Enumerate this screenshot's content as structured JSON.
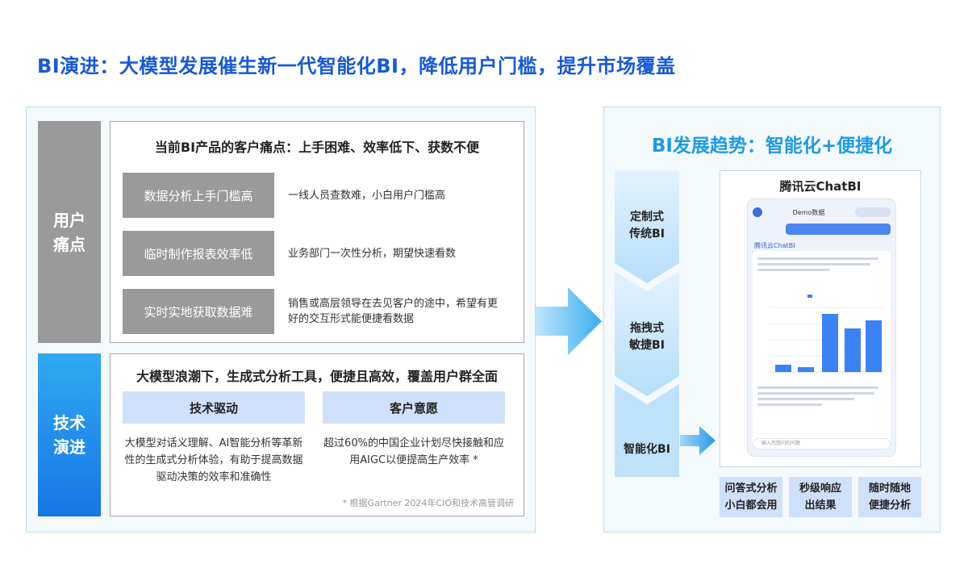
{
  "page": {
    "title": "BI演进：大模型发展催生新一代智能化BI，降低用户门槛，提升市场覆盖"
  },
  "left": {
    "pain_label": "用户\n痛点",
    "pain_header": "当前BI产品的客户痛点：上手困难、效率低下、获数不便",
    "pain_rows": [
      {
        "tag": "数据分析上手门槛高",
        "desc": "一线人员查数难，小白用户门槛高"
      },
      {
        "tag": "临时制作报表效率低",
        "desc": "业务部门一次性分析，期望快速看数"
      },
      {
        "tag": "实时实地获取数据难",
        "desc": "销售或高层领导在去见客户的途中，希望有更好的交互形式能便捷看数据"
      }
    ],
    "tech_label": "技术\n演进",
    "tech_header": "大模型浪潮下，生成式分析工具，便捷且高效，覆盖用户群全面",
    "tech_cols": [
      {
        "tag": "技术驱动",
        "text": "大模型对话义理解、AI智能分析等革新性的生成式分析体验，有助于提高数据驱动决策的效率和准确性"
      },
      {
        "tag": "客户意愿",
        "text": "超过60%的中国企业计划尽快接触和应用AIGC以便提高生产效率 *"
      }
    ],
    "tech_note": "* 根据Gartner 2024年CIO和技术高管调研"
  },
  "right": {
    "title": "BI发展趋势：智能化+便捷化",
    "stages": [
      "定制式\n传统BI",
      "拖拽式\n敏捷BI",
      "智能化BI"
    ],
    "chat_brand": "腾讯云ChatBI",
    "phone_title": "Demo数据",
    "phone_input_placeholder": "输入您想问的问题",
    "features": [
      "问答式分析\n小白都会用",
      "秒级响应\n出结果",
      "随时随地\n便捷分析"
    ]
  },
  "colors": {
    "title_blue": "#1659d9",
    "accent_blue": "#1e9be6",
    "gray_tag": "#9a9a9a",
    "light_blue_tag": "#cfe1fa"
  }
}
